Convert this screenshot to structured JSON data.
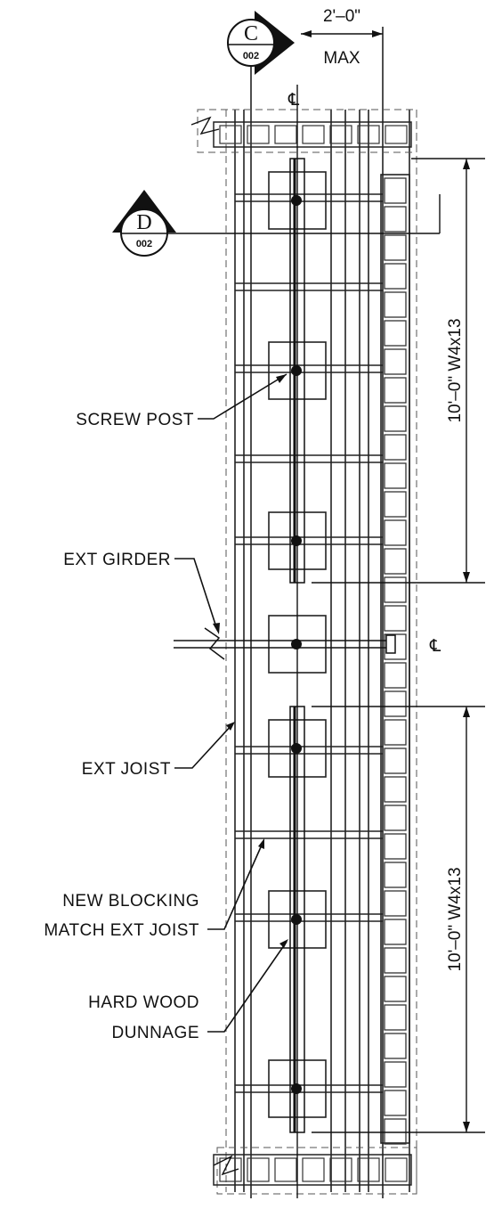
{
  "labels": {
    "screw_post": "SCREW POST",
    "ext_girder": "EXT GIRDER",
    "ext_joist": "EXT JOIST",
    "new_blocking_1": "NEW BLOCKING",
    "new_blocking_2": "MATCH EXT JOIST",
    "hard_wood_1": "HARD WOOD",
    "hard_wood_2": "DUNNAGE"
  },
  "dimensions": {
    "top_width": "2'–0\"",
    "top_width_note": "MAX",
    "upper_span": "10'–0\" W4x13",
    "lower_span": "10'–0\" W4x13"
  },
  "centerline_symbol": "℄",
  "section_callouts": {
    "c": {
      "letter": "C",
      "sheet": "002"
    },
    "d": {
      "letter": "D",
      "sheet": "002"
    }
  }
}
